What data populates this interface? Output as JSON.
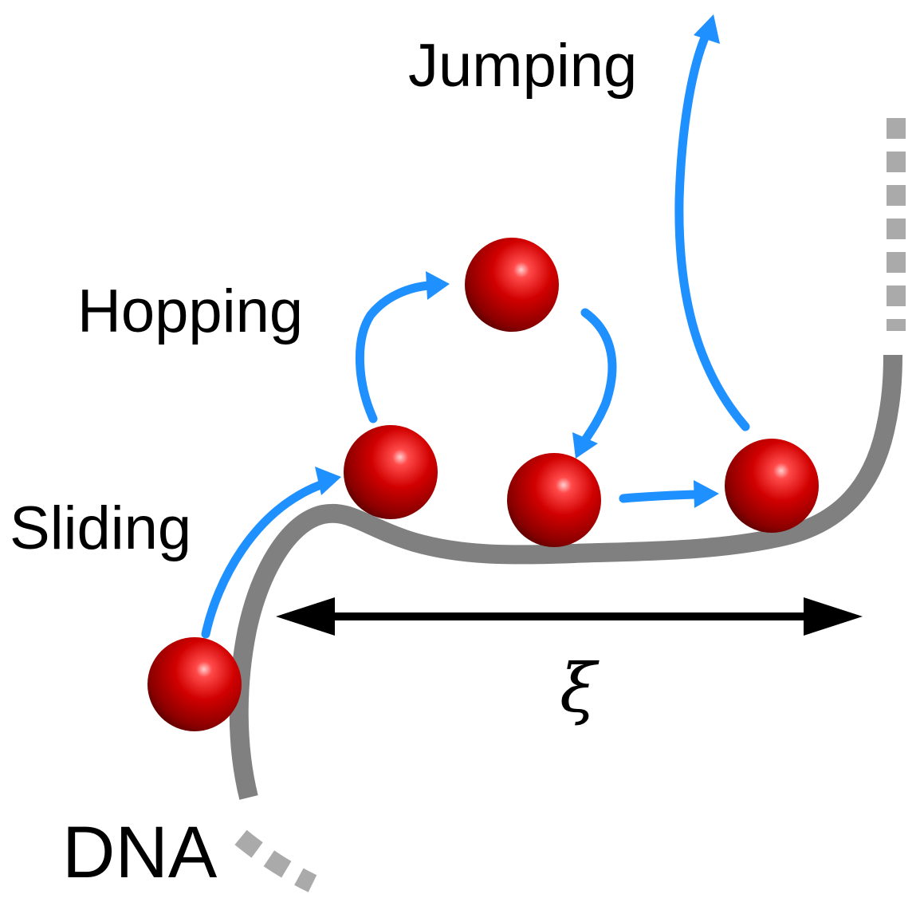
{
  "labels": {
    "jumping": "Jumping",
    "hopping": "Hopping",
    "sliding": "Sliding",
    "dna": "DNA",
    "xi": "ξ"
  },
  "colors": {
    "dna_strand": "#808080",
    "dna_dashed": "#aaaaaa",
    "arrow_motion": "#1e90ff",
    "arrow_distance": "#000000",
    "particle": "#cc0000",
    "particle_dark": "#5a0000",
    "particle_highlight": "#ffc8c8",
    "text": "#000000",
    "background": "#ffffff"
  }
}
